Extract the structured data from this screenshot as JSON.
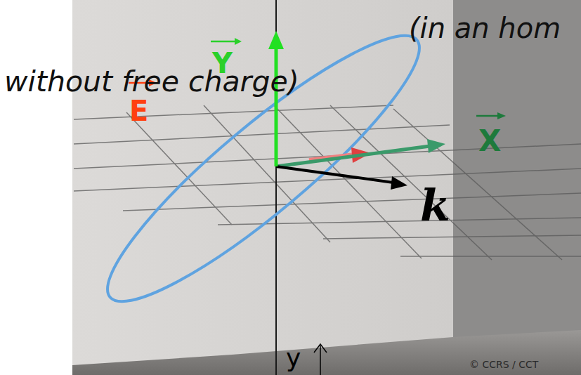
{
  "diagram": {
    "labels": [
      "(in an hom",
      "without free charge)",
      "Y",
      "E",
      "X",
      "k",
      "y",
      "© CCRS / CCT"
    ]
  }
}
